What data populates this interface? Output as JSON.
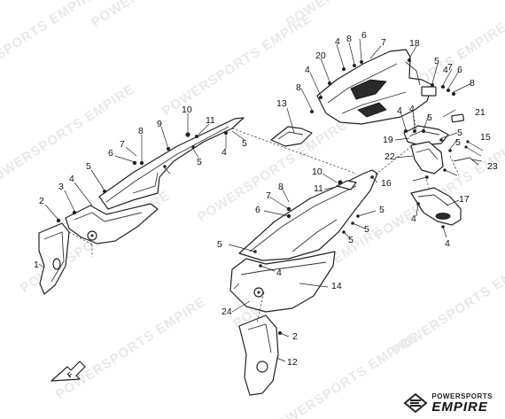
{
  "watermark": "POWERSPORTS EMPIRE",
  "brand": {
    "top": "POWERSPORTS",
    "bottom": "EMPIRE"
  },
  "front_arrow_label": "F",
  "labels": {
    "l1": "1",
    "l2a": "2",
    "l3": "3",
    "l4a": "4",
    "l5a": "5",
    "l6a": "6",
    "l7a": "7",
    "l8a": "8",
    "l9": "9",
    "l10a": "10",
    "l11a": "11",
    "l4b": "4",
    "l5b": "5",
    "l5c": "5",
    "l13": "13",
    "l8b": "8",
    "l4c": "4",
    "l20": "20",
    "l4d": "4",
    "l8c": "8",
    "l6b": "6",
    "l7b": "7",
    "l18": "18",
    "l5d": "5",
    "l4e": "4",
    "l7c": "7",
    "l6c": "6",
    "l8d": "8",
    "l21": "21",
    "l4f": "4",
    "l4g": "4",
    "l5e": "5",
    "l19": "19",
    "l5f": "5",
    "l22": "22",
    "l5g": "5",
    "l15": "15",
    "l23": "23",
    "l10b": "10",
    "l11b": "11",
    "l16": "16",
    "l5h": "5",
    "l7d": "7",
    "l8e": "8",
    "l6d": "6",
    "l5i": "5",
    "l5j": "5",
    "l17": "17",
    "l4h": "4",
    "l4i": "4",
    "l5k": "5",
    "l4j": "4",
    "l14": "14",
    "l24": "24",
    "l2b": "2",
    "l12": "12"
  },
  "colors": {
    "line": "#222222",
    "watermark": "#e9e9e9",
    "background": "#ffffff"
  }
}
